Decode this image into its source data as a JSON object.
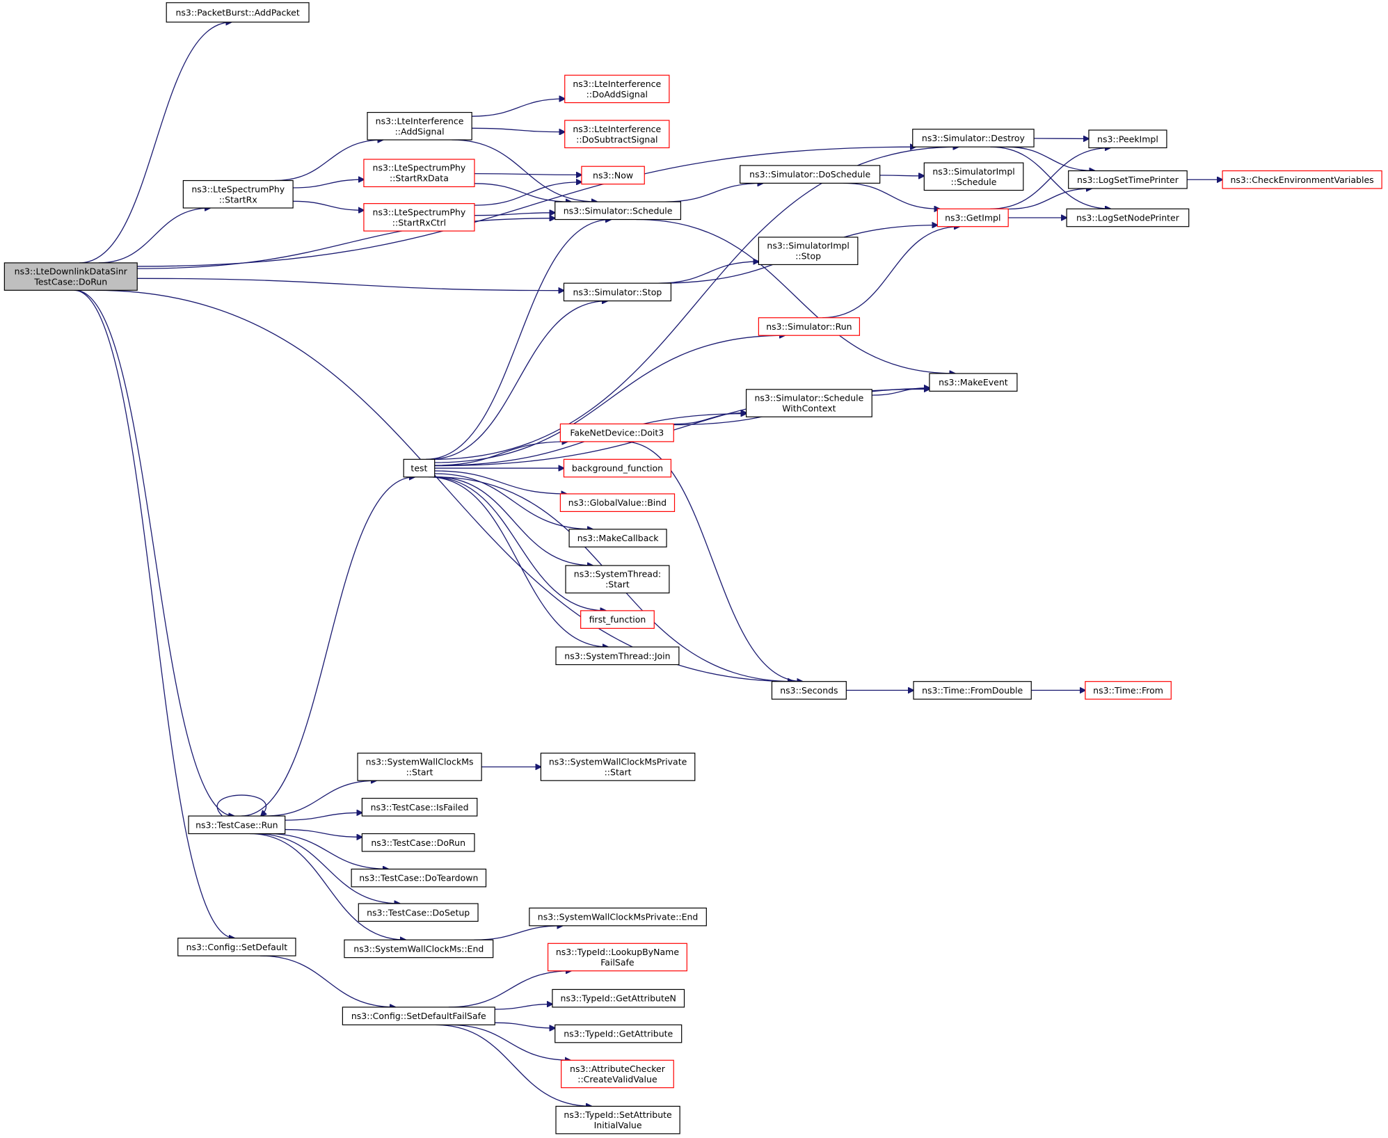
{
  "diagram": {
    "nodes": [
      {
        "id": "root",
        "lines": [
          "ns3::LteDownlinkDataSinr",
          "TestCase::DoRun"
        ],
        "root": true
      },
      {
        "id": "addpacket",
        "lines": [
          "ns3::PacketBurst::AddPacket"
        ]
      },
      {
        "id": "startrx",
        "lines": [
          "ns3::LteSpectrumPhy",
          "::StartRx"
        ]
      },
      {
        "id": "addsignal",
        "lines": [
          "ns3::LteInterference",
          "::AddSignal"
        ]
      },
      {
        "id": "doaddsignal",
        "lines": [
          "ns3::LteInterference",
          "::DoAddSignal"
        ],
        "red": true
      },
      {
        "id": "dosubtract",
        "lines": [
          "ns3::LteInterference",
          "::DoSubtractSignal"
        ],
        "red": true
      },
      {
        "id": "startrxdata",
        "lines": [
          "ns3::LteSpectrumPhy",
          "::StartRxData"
        ],
        "red": true
      },
      {
        "id": "startrxctrl",
        "lines": [
          "ns3::LteSpectrumPhy",
          "::StartRxCtrl"
        ],
        "red": true
      },
      {
        "id": "now",
        "lines": [
          "ns3::Now"
        ],
        "red": true
      },
      {
        "id": "schedule",
        "lines": [
          "ns3::Simulator::Schedule"
        ]
      },
      {
        "id": "doschedule",
        "lines": [
          "ns3::Simulator::DoSchedule"
        ]
      },
      {
        "id": "implschedule",
        "lines": [
          "ns3::SimulatorImpl",
          "::Schedule"
        ]
      },
      {
        "id": "destroy",
        "lines": [
          "ns3::Simulator::Destroy"
        ]
      },
      {
        "id": "peekimpl",
        "lines": [
          "ns3::PeekImpl"
        ]
      },
      {
        "id": "logtime",
        "lines": [
          "ns3::LogSetTimePrinter"
        ]
      },
      {
        "id": "checkenv",
        "lines": [
          "ns3::CheckEnvironmentVariables"
        ],
        "red": true
      },
      {
        "id": "getimpl",
        "lines": [
          "ns3::GetImpl"
        ],
        "red": true
      },
      {
        "id": "lognode",
        "lines": [
          "ns3::LogSetNodePrinter"
        ]
      },
      {
        "id": "implstop",
        "lines": [
          "ns3::SimulatorImpl",
          "::Stop"
        ]
      },
      {
        "id": "stop",
        "lines": [
          "ns3::Simulator::Stop"
        ]
      },
      {
        "id": "run",
        "lines": [
          "ns3::Simulator::Run"
        ],
        "red": true
      },
      {
        "id": "makeevent",
        "lines": [
          "ns3::MakeEvent"
        ]
      },
      {
        "id": "schedctx",
        "lines": [
          "ns3::Simulator::Schedule",
          "WithContext"
        ]
      },
      {
        "id": "doit3",
        "lines": [
          "FakeNetDevice::Doit3"
        ],
        "red": true
      },
      {
        "id": "test",
        "lines": [
          "test"
        ]
      },
      {
        "id": "bgfunc",
        "lines": [
          "background_function"
        ],
        "red": true
      },
      {
        "id": "gvbind",
        "lines": [
          "ns3::GlobalValue::Bind"
        ],
        "red": true
      },
      {
        "id": "makecallback",
        "lines": [
          "ns3::MakeCallback"
        ]
      },
      {
        "id": "thstart",
        "lines": [
          "ns3::SystemThread:",
          ":Start"
        ]
      },
      {
        "id": "firstfunc",
        "lines": [
          "first_function"
        ],
        "red": true
      },
      {
        "id": "thjoin",
        "lines": [
          "ns3::SystemThread::Join"
        ]
      },
      {
        "id": "seconds",
        "lines": [
          "ns3::Seconds"
        ]
      },
      {
        "id": "fromdouble",
        "lines": [
          "ns3::Time::FromDouble"
        ]
      },
      {
        "id": "from",
        "lines": [
          "ns3::Time::From"
        ],
        "red": true
      },
      {
        "id": "wcstart",
        "lines": [
          "ns3::SystemWallClockMs",
          "::Start"
        ]
      },
      {
        "id": "wcpstart",
        "lines": [
          "ns3::SystemWallClockMsPrivate",
          "::Start"
        ]
      },
      {
        "id": "tcrun",
        "lines": [
          "ns3::TestCase::Run"
        ]
      },
      {
        "id": "isfailed",
        "lines": [
          "ns3::TestCase::IsFailed"
        ]
      },
      {
        "id": "tcdorun",
        "lines": [
          "ns3::TestCase::DoRun"
        ]
      },
      {
        "id": "teardown",
        "lines": [
          "ns3::TestCase::DoTeardown"
        ]
      },
      {
        "id": "setup",
        "lines": [
          "ns3::TestCase::DoSetup"
        ]
      },
      {
        "id": "wcpend",
        "lines": [
          "ns3::SystemWallClockMsPrivate::End"
        ]
      },
      {
        "id": "wcend",
        "lines": [
          "ns3::SystemWallClockMs::End"
        ]
      },
      {
        "id": "setdefault",
        "lines": [
          "ns3::Config::SetDefault"
        ]
      },
      {
        "id": "setdefaultfs",
        "lines": [
          "ns3::Config::SetDefaultFailSafe"
        ]
      },
      {
        "id": "lookup",
        "lines": [
          "ns3::TypeId::LookupByName",
          "FailSafe"
        ],
        "red": true
      },
      {
        "id": "getattrn",
        "lines": [
          "ns3::TypeId::GetAttributeN"
        ]
      },
      {
        "id": "getattr",
        "lines": [
          "ns3::TypeId::GetAttribute"
        ]
      },
      {
        "id": "attrcheck",
        "lines": [
          "ns3::AttributeChecker",
          "::CreateValidValue"
        ],
        "red": true
      },
      {
        "id": "setattr",
        "lines": [
          "ns3::TypeId::SetAttribute",
          "InitialValue"
        ]
      }
    ],
    "edges": [
      [
        "root",
        "addpacket"
      ],
      [
        "root",
        "destroy"
      ],
      [
        "root",
        "startrx"
      ],
      [
        "root",
        "schedule"
      ],
      [
        "root",
        "stop"
      ],
      [
        "root",
        "seconds"
      ],
      [
        "root",
        "tcrun"
      ],
      [
        "root",
        "setdefault"
      ],
      [
        "startrx",
        "addsignal"
      ],
      [
        "startrx",
        "startrxdata"
      ],
      [
        "startrx",
        "startrxctrl"
      ],
      [
        "addsignal",
        "doaddsignal"
      ],
      [
        "addsignal",
        "dosubtract"
      ],
      [
        "addsignal",
        "schedule"
      ],
      [
        "startrxdata",
        "now"
      ],
      [
        "startrxdata",
        "schedule"
      ],
      [
        "startrxctrl",
        "now"
      ],
      [
        "startrxctrl",
        "schedule"
      ],
      [
        "schedule",
        "doschedule"
      ],
      [
        "schedule",
        "makeevent"
      ],
      [
        "doschedule",
        "implschedule"
      ],
      [
        "doschedule",
        "getimpl"
      ],
      [
        "destroy",
        "peekimpl"
      ],
      [
        "destroy",
        "logtime"
      ],
      [
        "destroy",
        "lognode"
      ],
      [
        "logtime",
        "checkenv"
      ],
      [
        "getimpl",
        "peekimpl"
      ],
      [
        "getimpl",
        "logtime"
      ],
      [
        "getimpl",
        "lognode"
      ],
      [
        "stop",
        "implstop"
      ],
      [
        "stop",
        "getimpl"
      ],
      [
        "run",
        "getimpl"
      ],
      [
        "schedctx",
        "makeevent"
      ],
      [
        "doit3",
        "schedctx"
      ],
      [
        "doit3",
        "makeevent"
      ],
      [
        "doit3",
        "seconds"
      ],
      [
        "test",
        "schedule"
      ],
      [
        "test",
        "destroy"
      ],
      [
        "test",
        "stop"
      ],
      [
        "test",
        "run"
      ],
      [
        "test",
        "makeevent"
      ],
      [
        "test",
        "schedctx"
      ],
      [
        "test",
        "doit3"
      ],
      [
        "test",
        "bgfunc"
      ],
      [
        "test",
        "gvbind"
      ],
      [
        "test",
        "makecallback"
      ],
      [
        "test",
        "thstart"
      ],
      [
        "test",
        "firstfunc"
      ],
      [
        "test",
        "thjoin"
      ],
      [
        "test",
        "seconds"
      ],
      [
        "seconds",
        "fromdouble"
      ],
      [
        "fromdouble",
        "from"
      ],
      [
        "tcrun",
        "tcrun"
      ],
      [
        "tcrun",
        "test"
      ],
      [
        "tcrun",
        "wcstart"
      ],
      [
        "tcrun",
        "isfailed"
      ],
      [
        "tcrun",
        "tcdorun"
      ],
      [
        "tcrun",
        "teardown"
      ],
      [
        "tcrun",
        "setup"
      ],
      [
        "tcrun",
        "wcend"
      ],
      [
        "wcstart",
        "wcpstart"
      ],
      [
        "wcend",
        "wcpend"
      ],
      [
        "setdefault",
        "setdefaultfs"
      ],
      [
        "setdefaultfs",
        "lookup"
      ],
      [
        "setdefaultfs",
        "getattrn"
      ],
      [
        "setdefaultfs",
        "getattr"
      ],
      [
        "setdefaultfs",
        "attrcheck"
      ],
      [
        "setdefaultfs",
        "setattr"
      ]
    ]
  }
}
